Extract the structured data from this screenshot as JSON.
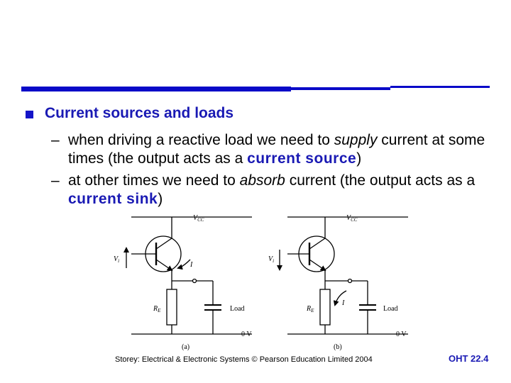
{
  "slide": {
    "heading": "Current sources and loads",
    "bullets": [
      {
        "dash": "–",
        "parts": [
          "when driving a reactive load we need to ",
          "supply",
          " current at some times (the output acts as a ",
          "current source",
          ")"
        ]
      },
      {
        "dash": "–",
        "parts": [
          "at other times we need to ",
          "absorb",
          " current (the output acts as a ",
          "current sink",
          ")"
        ]
      }
    ]
  },
  "circuits": {
    "vcc_label": "V",
    "vcc_sub": "CC",
    "vi_label": "V",
    "vi_sub": "i",
    "re_label": "R",
    "re_sub": "E",
    "current_label": "I",
    "load_label": "Load",
    "ground_label": "0 V",
    "caption_a": "(a)",
    "caption_b": "(b)"
  },
  "footer": {
    "credit": "Storey: Electrical & Electronic Systems © Pearson Education Limited 2004",
    "page": "OHT 22.4"
  },
  "colors": {
    "accent": "#1a1ab4",
    "rule": "#0a0ac8"
  }
}
